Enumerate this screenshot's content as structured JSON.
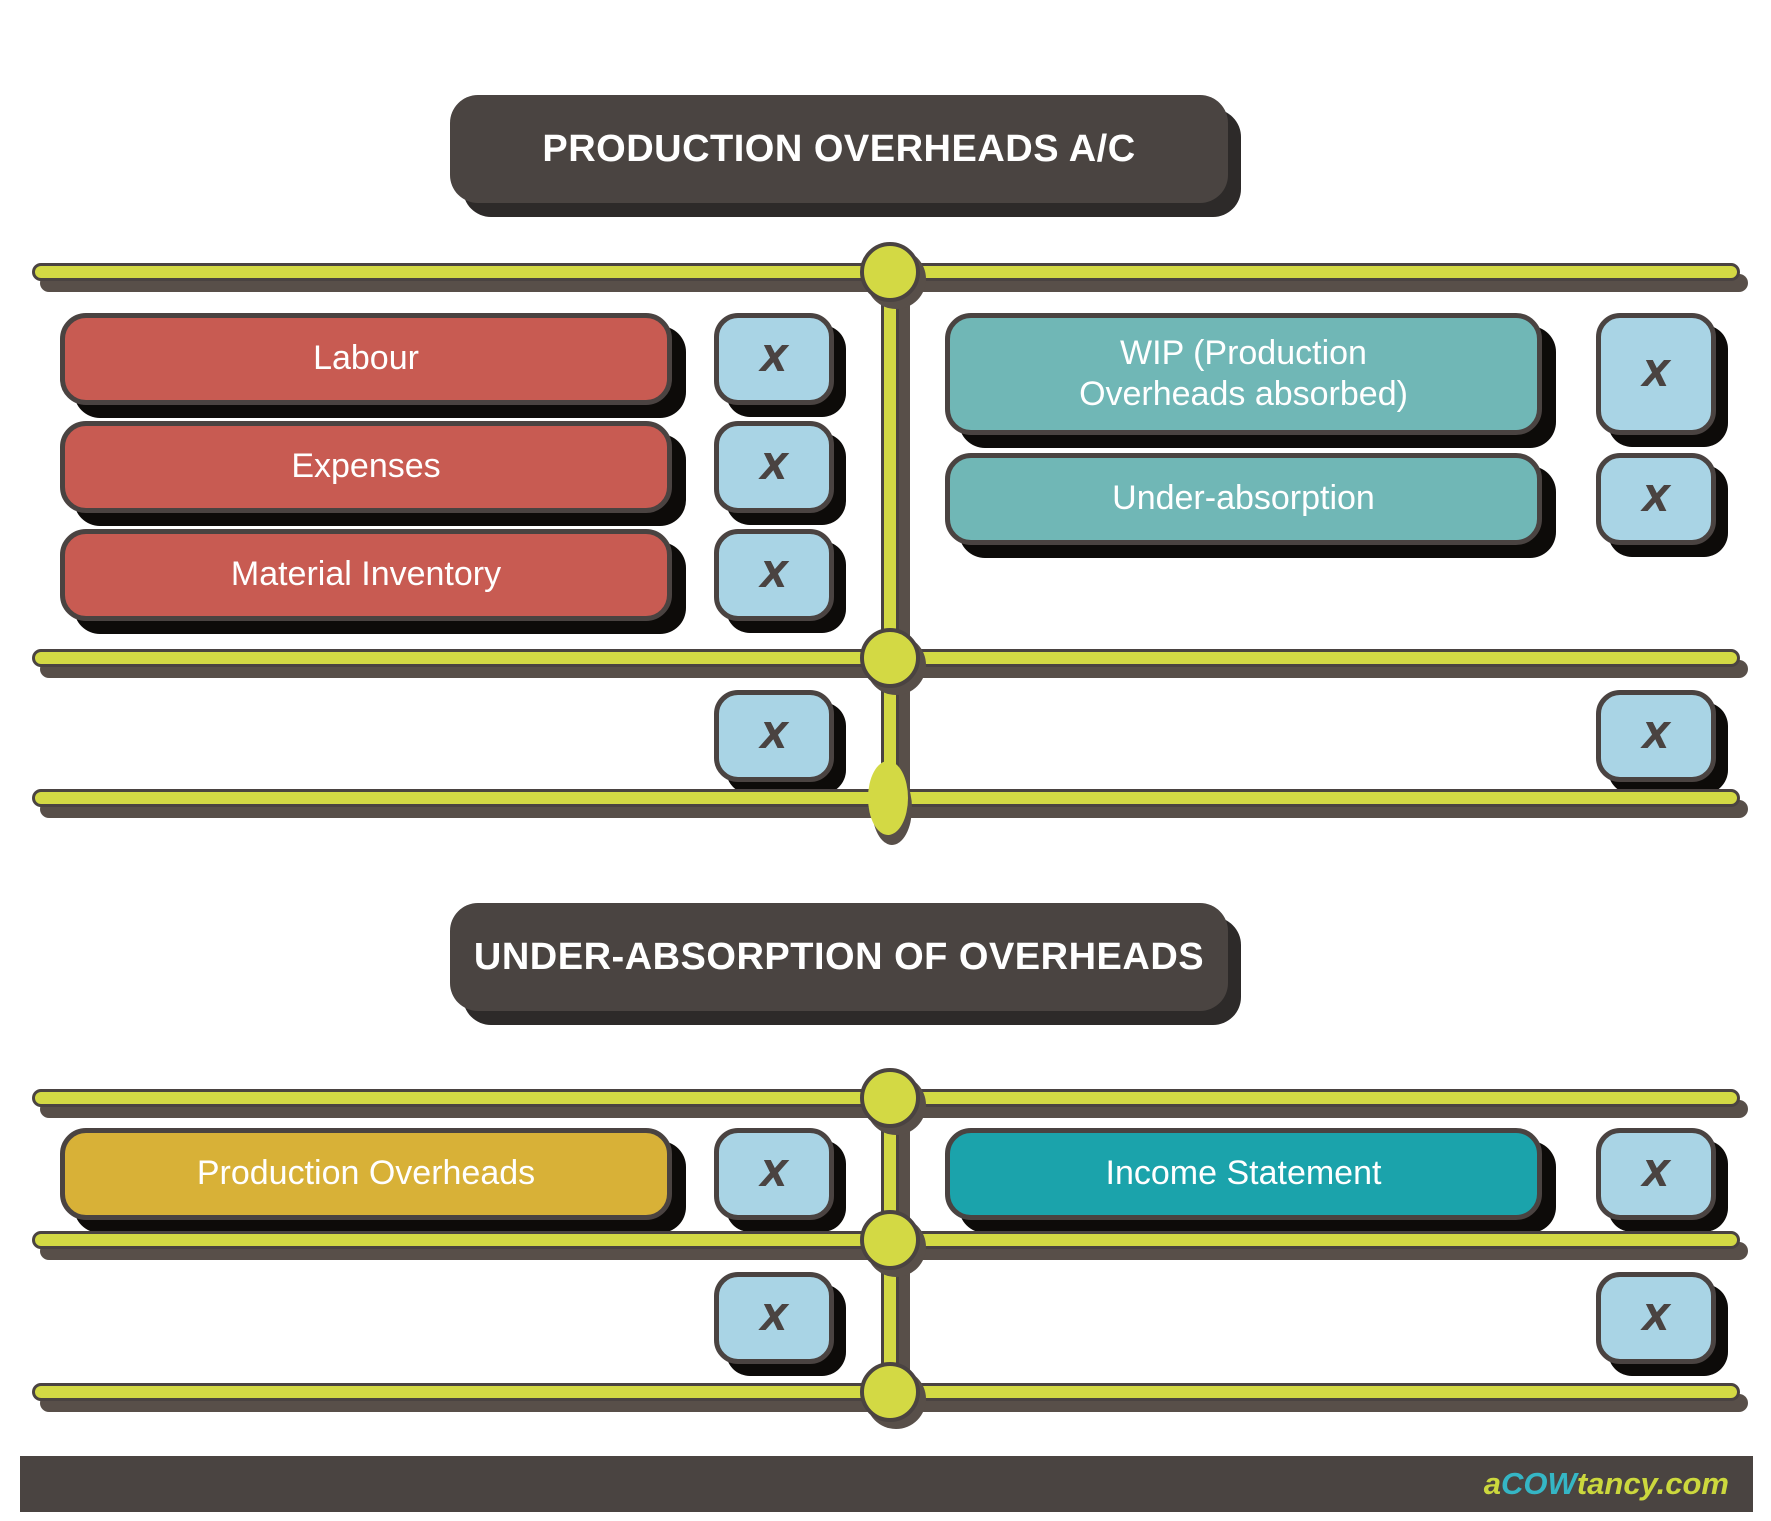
{
  "diagram": {
    "accounts": [
      {
        "title": "PRODUCTION OVERHEADS A/C",
        "debit_entries": [
          {
            "label": "Labour",
            "amount": "X"
          },
          {
            "label": "Expenses",
            "amount": "X"
          },
          {
            "label": "Material Inventory",
            "amount": "X"
          }
        ],
        "credit_entries": [
          {
            "label": "WIP (Production\nOverheads absorbed)",
            "amount": "X"
          },
          {
            "label": "Under-absorption",
            "amount": "X"
          }
        ],
        "debit_total": "X",
        "credit_total": "X"
      },
      {
        "title": "UNDER-ABSORPTION OF OVERHEADS",
        "debit_entries": [
          {
            "label": "Production Overheads",
            "amount": "X"
          }
        ],
        "credit_entries": [
          {
            "label": "Income Statement",
            "amount": "X"
          }
        ],
        "debit_total": "X",
        "credit_total": "X"
      }
    ],
    "colors": {
      "dark_charcoal": "#4a4441",
      "rule_yellow": "#d3d944",
      "debit_red": "#c85b52",
      "credit_teal_muted": "#70b7b6",
      "debit_gold": "#d8b137",
      "credit_teal_bright": "#1ba3ab",
      "amount_blue": "#a9d4e5"
    },
    "footer": {
      "brand_prefix": "a",
      "brand_cow": "COW",
      "brand_suffix": "tancy.com"
    }
  }
}
